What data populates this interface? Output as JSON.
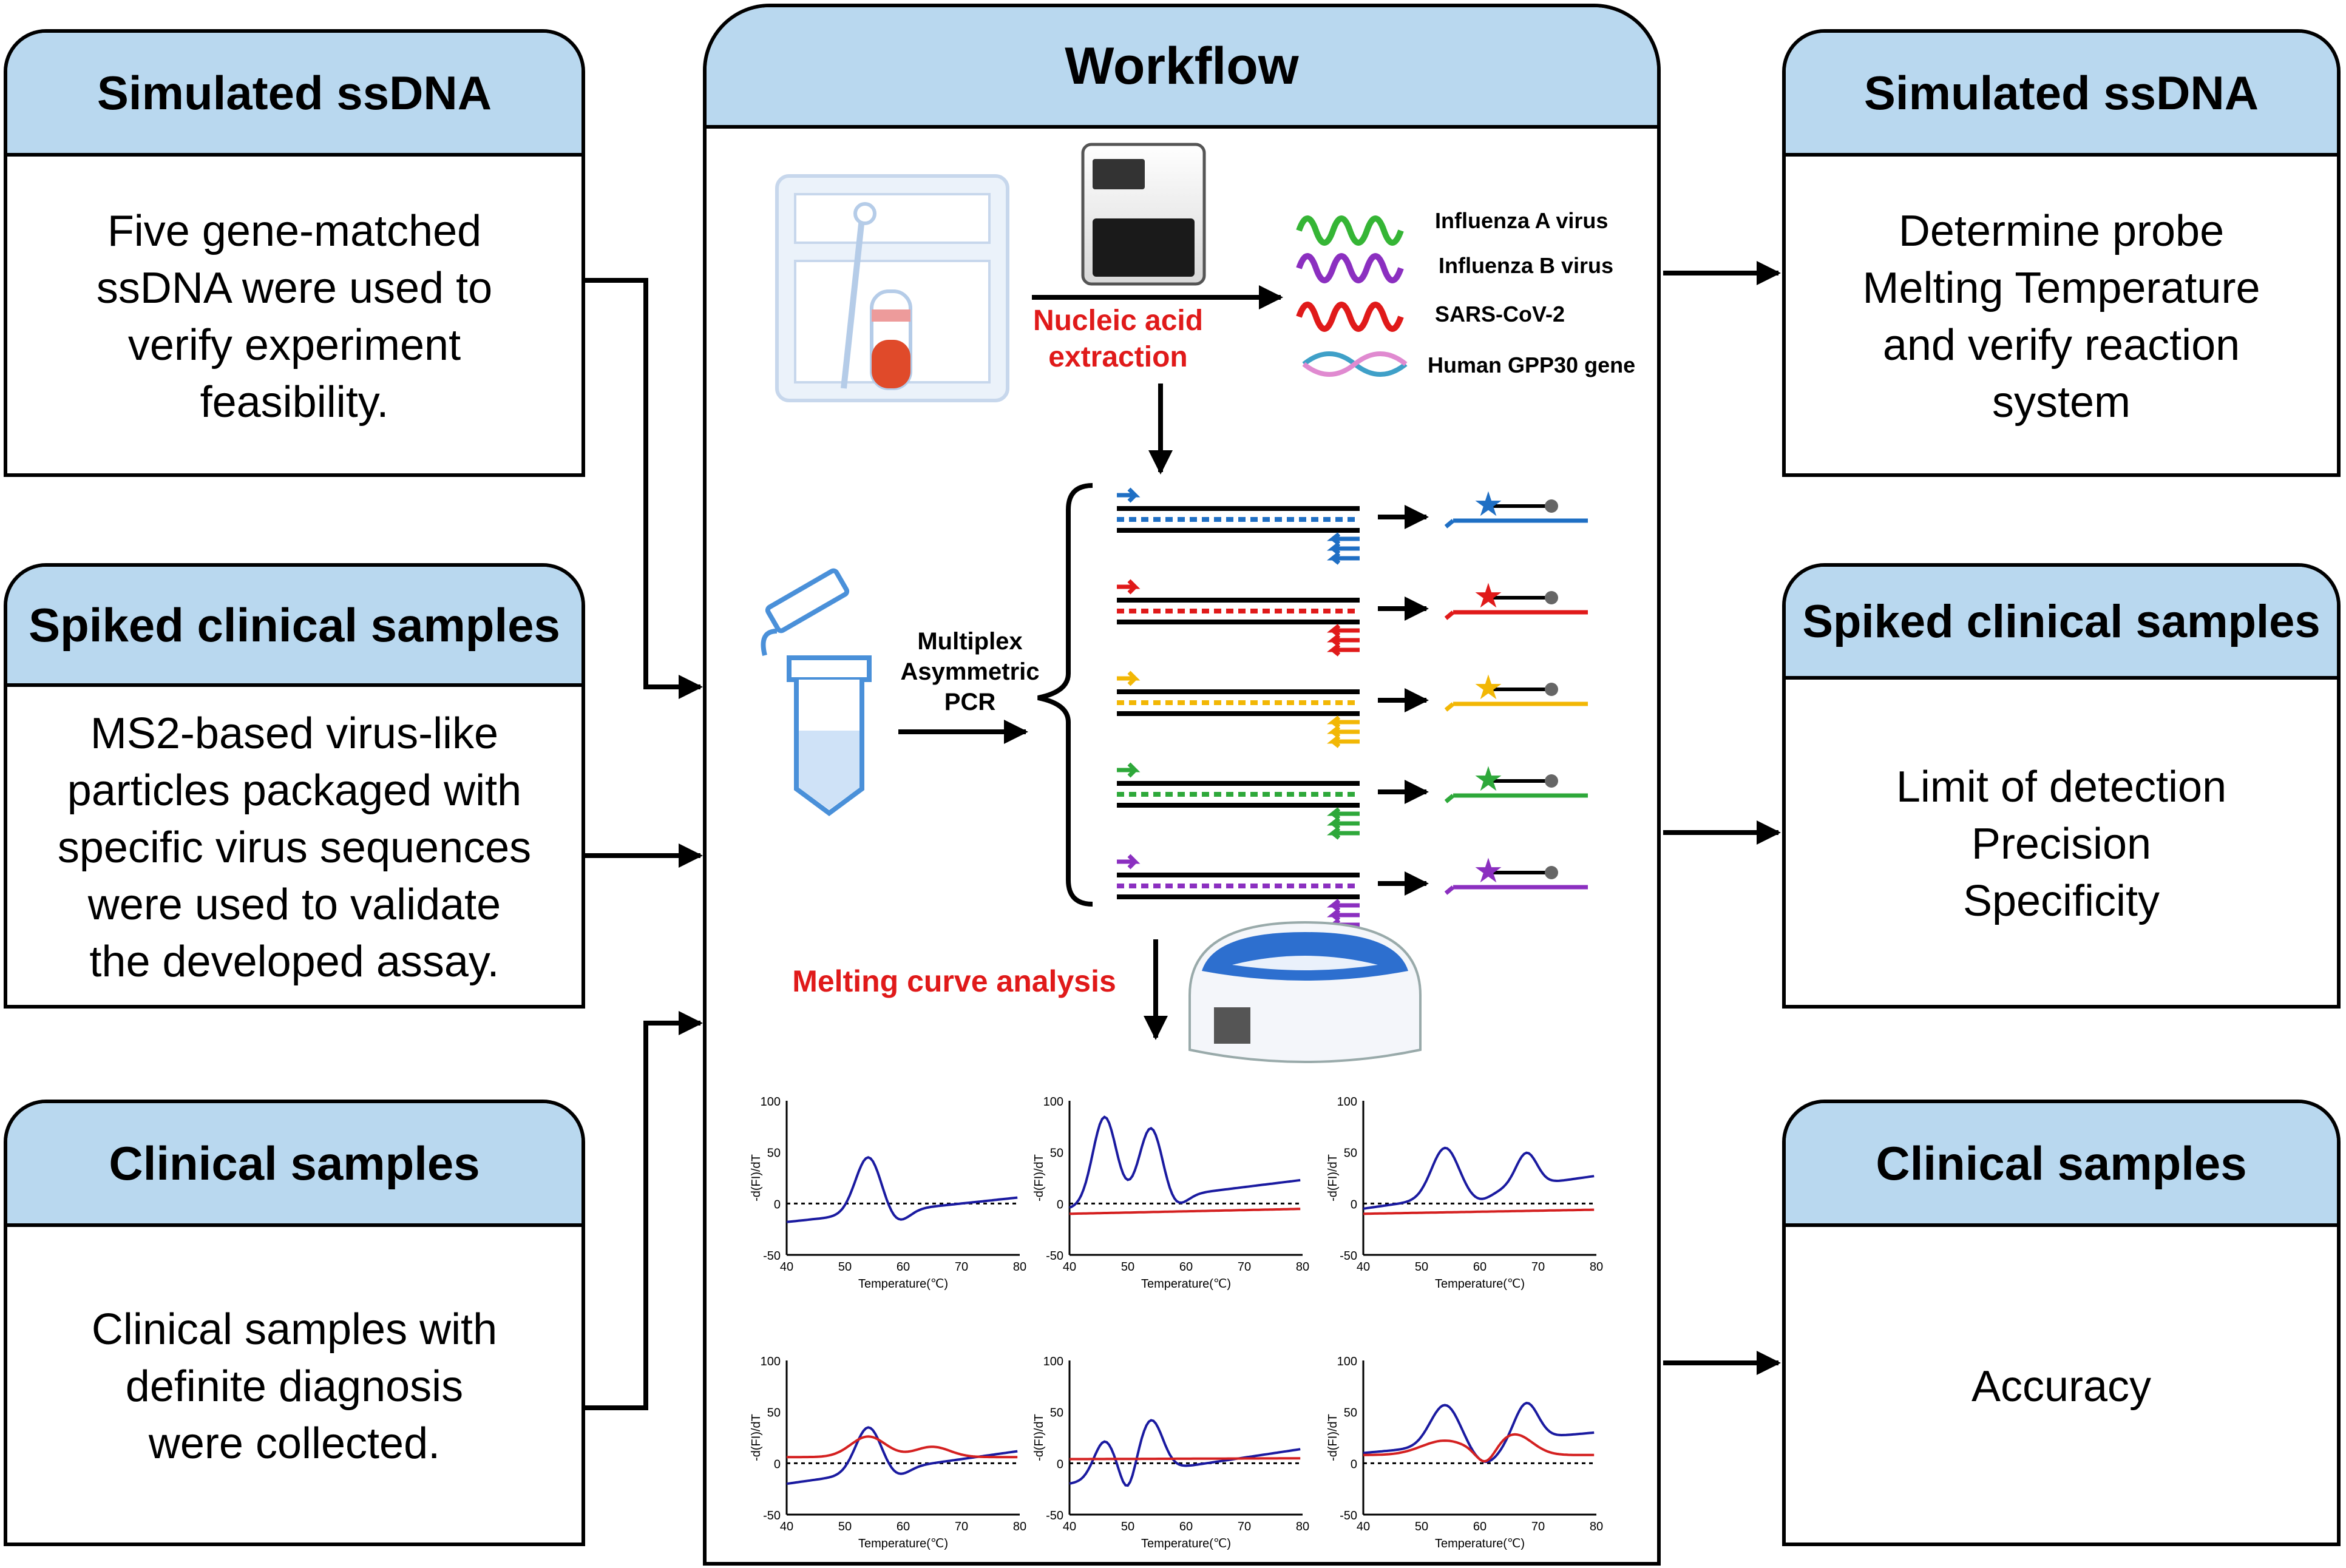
{
  "left_panels": [
    {
      "title": "Simulated ssDNA",
      "lines": [
        "Five gene-matched",
        "ssDNA were used to",
        "verify  experiment",
        "feasibility."
      ]
    },
    {
      "title": "Spiked clinical samples",
      "lines": [
        "MS2-based virus-like",
        "particles packaged with",
        "specific virus sequences",
        "were used to validate",
        "the developed assay."
      ]
    },
    {
      "title": "Clinical samples",
      "lines": [
        "Clinical samples with",
        "definite diagnosis",
        "were collected."
      ]
    }
  ],
  "right_panels": [
    {
      "title": "Simulated ssDNA",
      "lines": [
        "Determine probe",
        "Melting Temperature",
        "and verify reaction",
        "system"
      ]
    },
    {
      "title": "Spiked clinical samples",
      "lines": [
        "Limit of detection",
        "Precision",
        "Specificity"
      ]
    },
    {
      "title": "Clinical samples",
      "lines": [
        "Accuracy"
      ]
    }
  ],
  "workflow": {
    "title": "Workflow",
    "extraction_label": [
      "Nucleic acid",
      "extraction"
    ],
    "targets": [
      {
        "name": "Influenza A virus",
        "color": "#35b535"
      },
      {
        "name": "Influenza B virus",
        "color": "#8b2fc0"
      },
      {
        "name": "SARS-CoV-2",
        "color": "#e01a1a"
      },
      {
        "name": "Human GPP30 gene",
        "color": "#3fa0c8"
      }
    ],
    "pcr_label": [
      "Multiplex",
      "Asymmetric",
      "PCR"
    ],
    "amplicon_colors": [
      "#1f6fc4",
      "#e01a1a",
      "#f2b705",
      "#2ea83a",
      "#8b2fc0"
    ],
    "melting_label": "Melting curve analysis",
    "plot_axis": {
      "ylabel": "-d(FI)/dT",
      "xlabel": "Temperature(℃)",
      "xticks": [
        "40",
        "50",
        "60",
        "70",
        "80"
      ],
      "yticks": [
        "100",
        "50",
        "0",
        "-50"
      ]
    },
    "colors": {
      "positive": "#1a1aa0",
      "negative": "#d42020"
    }
  }
}
